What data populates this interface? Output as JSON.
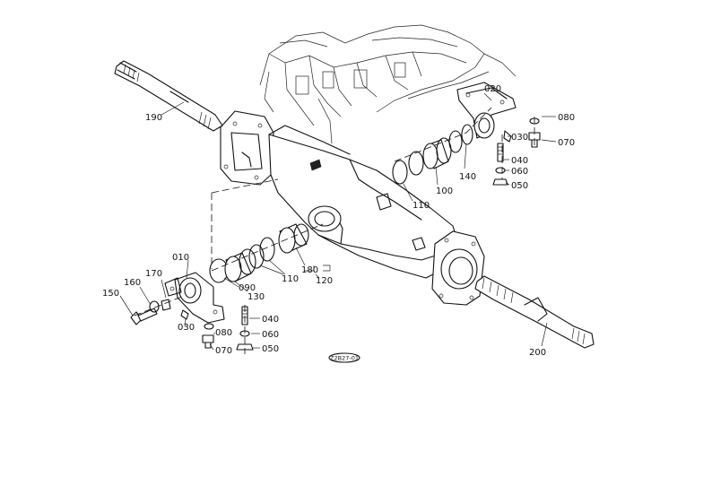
{
  "diagram": {
    "reference_code": "Z2B27-01",
    "parts": [
      {
        "id": "p010",
        "label": "010"
      },
      {
        "id": "p020",
        "label": "020"
      },
      {
        "id": "p030a",
        "label": "030"
      },
      {
        "id": "p030b",
        "label": "030"
      },
      {
        "id": "p040a",
        "label": "040"
      },
      {
        "id": "p040b",
        "label": "040"
      },
      {
        "id": "p050a",
        "label": "050"
      },
      {
        "id": "p050b",
        "label": "050"
      },
      {
        "id": "p060a",
        "label": "060"
      },
      {
        "id": "p060b",
        "label": "060"
      },
      {
        "id": "p070a",
        "label": "070"
      },
      {
        "id": "p070b",
        "label": "070"
      },
      {
        "id": "p080a",
        "label": "080"
      },
      {
        "id": "p080b",
        "label": "080"
      },
      {
        "id": "p090",
        "label": "090"
      },
      {
        "id": "p100",
        "label": "100"
      },
      {
        "id": "p110a",
        "label": "110"
      },
      {
        "id": "p110b",
        "label": "110"
      },
      {
        "id": "p120",
        "label": "120"
      },
      {
        "id": "p130",
        "label": "130"
      },
      {
        "id": "p140",
        "label": "140"
      },
      {
        "id": "p150",
        "label": "150"
      },
      {
        "id": "p160",
        "label": "160"
      },
      {
        "id": "p170",
        "label": "170"
      },
      {
        "id": "p180",
        "label": "180"
      },
      {
        "id": "p190",
        "label": "190"
      },
      {
        "id": "p200",
        "label": "200"
      }
    ]
  }
}
